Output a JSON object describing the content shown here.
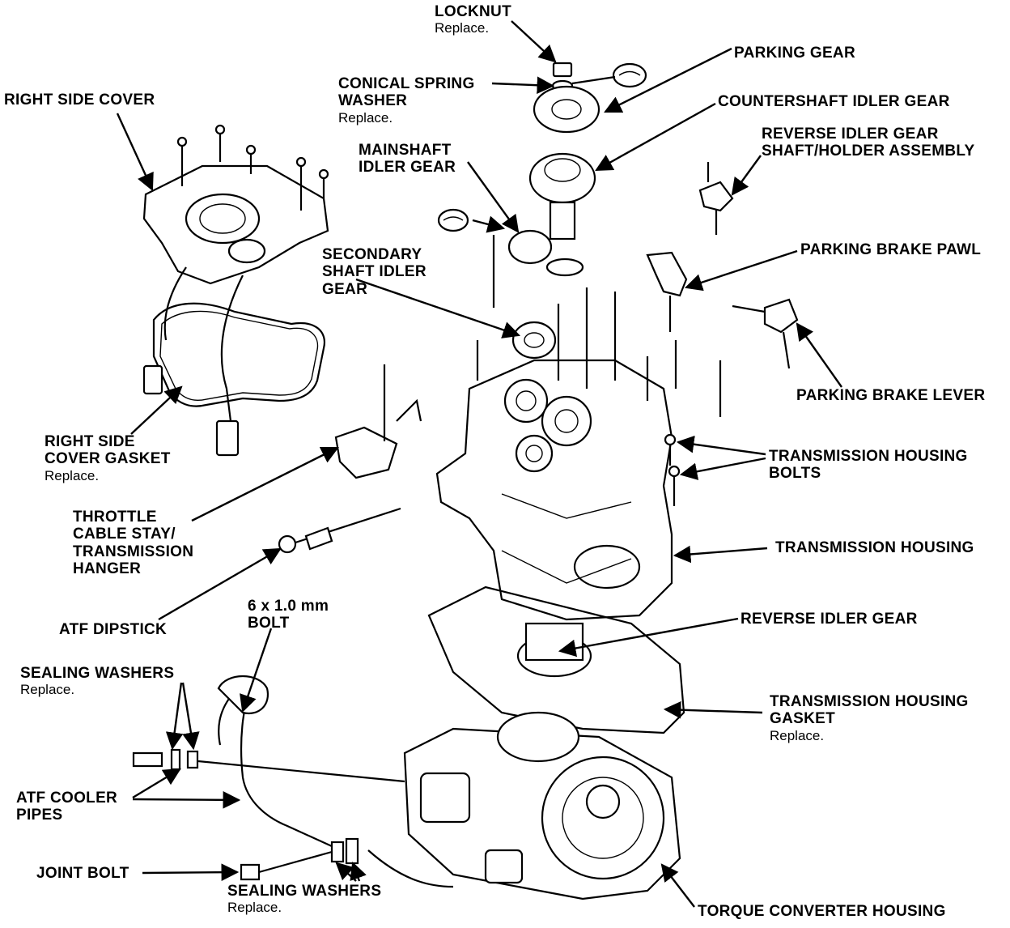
{
  "labels": {
    "locknut": {
      "title": "LOCKNUT",
      "note": "Replace."
    },
    "parking_gear": {
      "title": "PARKING GEAR"
    },
    "conical_spring_washer": {
      "title": "CONICAL SPRING",
      "title2": "WASHER",
      "note": "Replace."
    },
    "countershaft_idler_gear": {
      "title": "COUNTERSHAFT IDLER GEAR"
    },
    "right_side_cover": {
      "title": "RIGHT SIDE COVER"
    },
    "reverse_idler_gear_shaft": {
      "title": "REVERSE IDLER GEAR",
      "title2": "SHAFT/HOLDER ASSEMBLY"
    },
    "mainshaft_idler_gear": {
      "title": "MAINSHAFT",
      "title2": "IDLER GEAR"
    },
    "parking_brake_pawl": {
      "title": "PARKING BRAKE PAWL"
    },
    "secondary_shaft_idler_gear": {
      "title": "SECONDARY",
      "title2": "SHAFT IDLER",
      "title3": "GEAR"
    },
    "parking_brake_lever": {
      "title": "PARKING BRAKE LEVER"
    },
    "right_side_cover_gasket": {
      "title": "RIGHT SIDE",
      "title2": "COVER GASKET",
      "note": "Replace."
    },
    "transmission_housing_bolts": {
      "title": "TRANSMISSION HOUSING",
      "title2": "BOLTS"
    },
    "throttle_cable_stay": {
      "title": "THROTTLE",
      "title2": "CABLE STAY/",
      "title3": "TRANSMISSION",
      "title4": "HANGER"
    },
    "transmission_housing": {
      "title": "TRANSMISSION HOUSING"
    },
    "atf_dipstick": {
      "title": "ATF DIPSTICK"
    },
    "bolt_6x1": {
      "title": "6 x 1.0 mm",
      "title2": "BOLT"
    },
    "reverse_idler_gear": {
      "title": "REVERSE IDLER GEAR"
    },
    "sealing_washers_top": {
      "title": "SEALING WASHERS",
      "note": "Replace."
    },
    "transmission_housing_gasket": {
      "title": "TRANSMISSION HOUSING",
      "title2": "GASKET",
      "note": "Replace."
    },
    "atf_cooler_pipes": {
      "title": "ATF COOLER",
      "title2": "PIPES"
    },
    "joint_bolt": {
      "title": "JOINT BOLT"
    },
    "sealing_washers_bottom": {
      "title": "SEALING WASHERS",
      "note": "Replace."
    },
    "torque_converter_housing": {
      "title": "TORQUE CONVERTER HOUSING"
    }
  }
}
